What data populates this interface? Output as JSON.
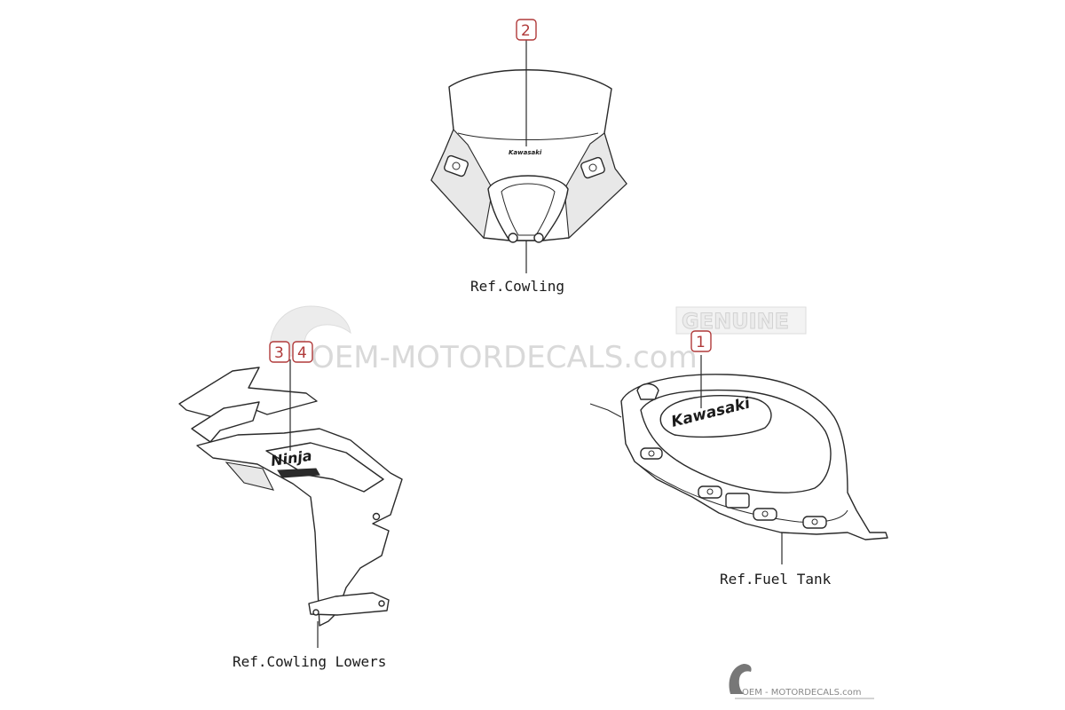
{
  "callouts": [
    {
      "id": "callout-1",
      "label": "1"
    },
    {
      "id": "callout-2",
      "label": "2"
    },
    {
      "id": "callout-3",
      "label": "3"
    },
    {
      "id": "callout-4",
      "label": "4"
    }
  ],
  "references": {
    "cowling": "Ref.Cowling",
    "fuel_tank": "Ref.Fuel Tank",
    "cowling_lowers": "Ref.Cowling Lowers"
  },
  "decals": {
    "tank_logo": "Kawasaki",
    "cowling_logo": "Kawasaki",
    "lowers_logo": "Ninja"
  },
  "watermark": {
    "main": "OEM-MOTORDECALS.com",
    "badge": "GENUINE",
    "footer": "OEM - MOTORDECALS.com"
  },
  "colors": {
    "callout": "#b03a3a",
    "line": "#2a2a2a",
    "watermark": "#d9d9d9"
  }
}
